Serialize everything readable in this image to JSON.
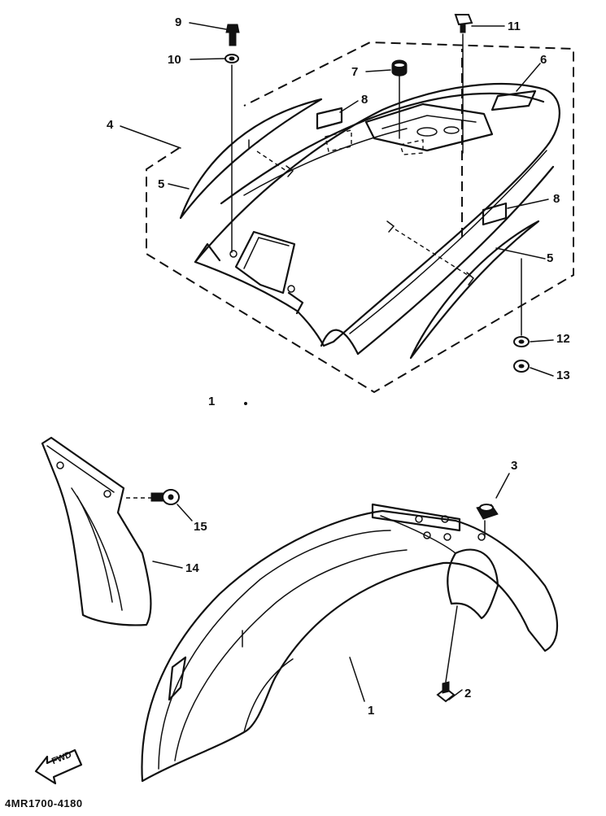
{
  "labels": {
    "p1_top": "1",
    "p1_bottom": "1",
    "p2": "2",
    "p3": "3",
    "p4": "4",
    "p5_left": "5",
    "p5_right": "5",
    "p6": "6",
    "p7": "7",
    "p8_top": "8",
    "p8_right": "8",
    "p9": "9",
    "p10": "10",
    "p11": "11",
    "p12": "12",
    "p13": "13",
    "p14": "14",
    "p15": "15"
  },
  "fwd_marker": "FWD",
  "diagram_code": "4MR1700-4180"
}
